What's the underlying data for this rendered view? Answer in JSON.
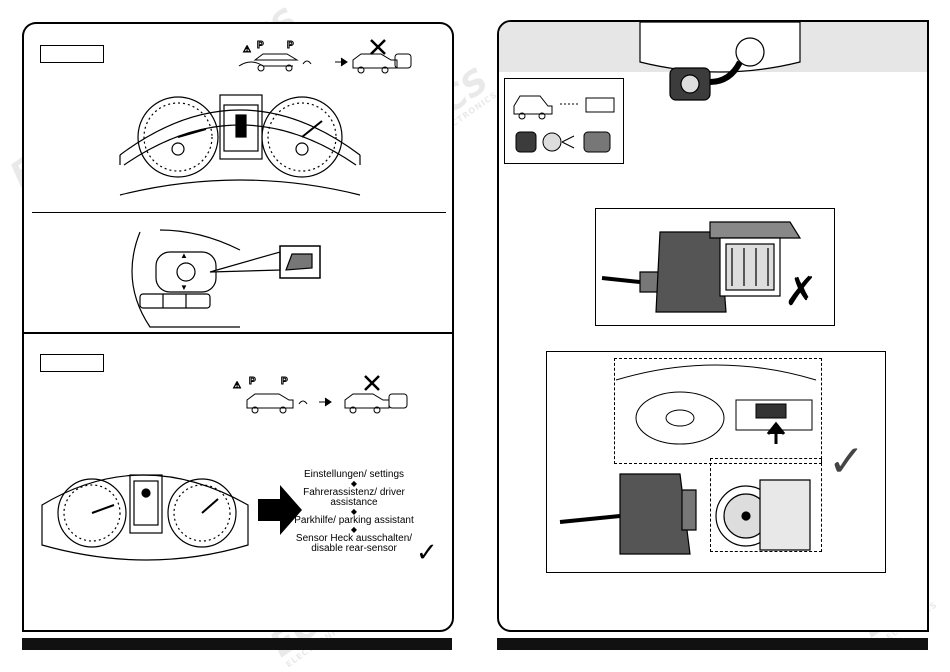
{
  "left_page": {
    "section1": {
      "label": "",
      "diagram_icons": [
        "parking-sensor-warning-icon",
        "car-with-trailer-icon"
      ]
    },
    "section2": {
      "label": "",
      "menu_steps": [
        "Einstellungen/ settings",
        "Fahrerassistenz/ driver assistance",
        "Parkhilfe/ parking assistant",
        "Sensor Heck ausschalten/ disable rear-sensor"
      ],
      "step_arrow": "➜",
      "check_mark": "✓"
    }
  },
  "right_page": {
    "wrong_mark": "✗",
    "right_mark": "✓"
  },
  "watermark": {
    "logo": "ECS",
    "subtitle": "ELECTRONICS"
  },
  "colors": {
    "ink": "#000000",
    "panel_header_gray": "#e6e6e6",
    "socket_dark": "#3c3c3c",
    "watermark": "#d8d8d8"
  }
}
